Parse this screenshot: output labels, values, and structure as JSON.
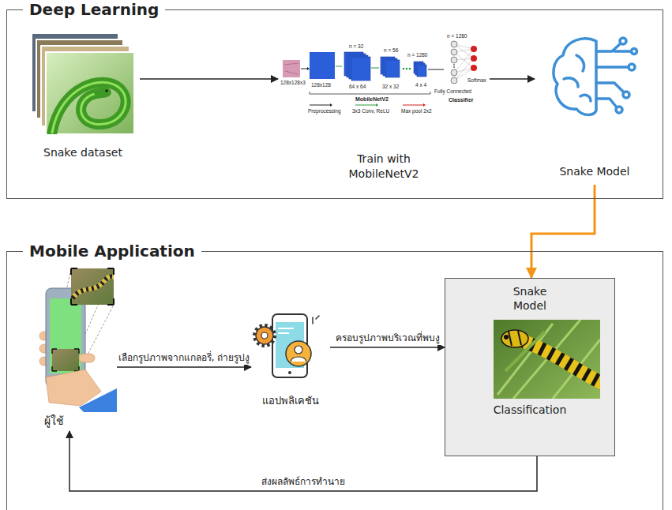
{
  "diagram": {
    "nodes": [
      {
        "text": [
          "Deep Learning"
        ]
      },
      {
        "text": [
          "Snake dataset"
        ],
        "in": 0
      },
      {
        "text": [
          "Train with MobileNetV2"
        ],
        "in": 0
      },
      {
        "text": [
          "Snake Model"
        ],
        "in": 0
      },
      {
        "text": [
          "Mobile Application"
        ]
      },
      {
        "text": [
          "ผู้ใช้"
        ],
        "in": 4
      },
      {
        "text": [
          "แอปพลิเคชัน"
        ],
        "in": 4
      },
      {
        "text": [
          "Snake Model",
          "Classification"
        ],
        "in": 4
      }
    ],
    "edges": [
      {
        "from": 1,
        "to": 2,
        "arrow": "to"
      },
      {
        "from": 2,
        "to": 3,
        "arrow": "to"
      },
      {
        "from": 3,
        "to": 7,
        "arrow": "to"
      },
      {
        "from": 5,
        "to": 6,
        "label": "เลือกรูปภาพจากแกลอรี่, ถ่ายรูปงู",
        "arrow": "to"
      },
      {
        "from": 6,
        "to": 7,
        "label": "ครอบรูปภาพบริเวณที่พบงู",
        "arrow": "to"
      },
      {
        "from": 7,
        "to": 5,
        "label": "ส่งผลลัพธ์การทำนาย",
        "arrow": "to"
      }
    ],
    "labels": [
      "128x128x3",
      "128x128",
      "n = 32",
      "64 x 64",
      "n = 56",
      "32 x 32",
      "n = 1280",
      "4 x 4",
      "n = 1280",
      "Fully Connected",
      "Softmax",
      "MobileNetV2",
      "Classifier",
      "Preprocessing",
      "3x3 Conv, ReLU",
      "Max pool 2x2"
    ]
  }
}
